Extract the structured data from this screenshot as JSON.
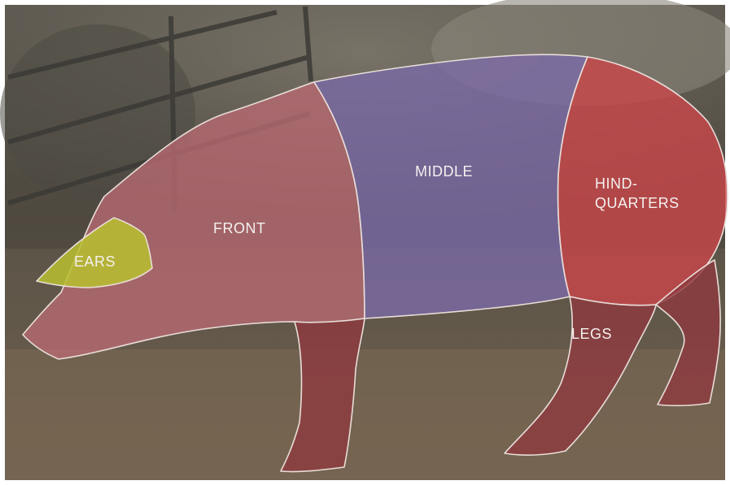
{
  "labels": {
    "ears": "EARS",
    "front": "FRONT",
    "middle": "MIDDLE",
    "hind_line1": "HIND-",
    "hind_line2": "QUARTERS",
    "legs": "LEGS"
  },
  "colors": {
    "ears": "#b8c030",
    "front": "#b86a72",
    "middle": "#7b6aa8",
    "hindquarters": "#c8474a",
    "legs": "#8e3a3e",
    "outline": "#e8ddd8",
    "label_text": "#f4f1ef"
  }
}
